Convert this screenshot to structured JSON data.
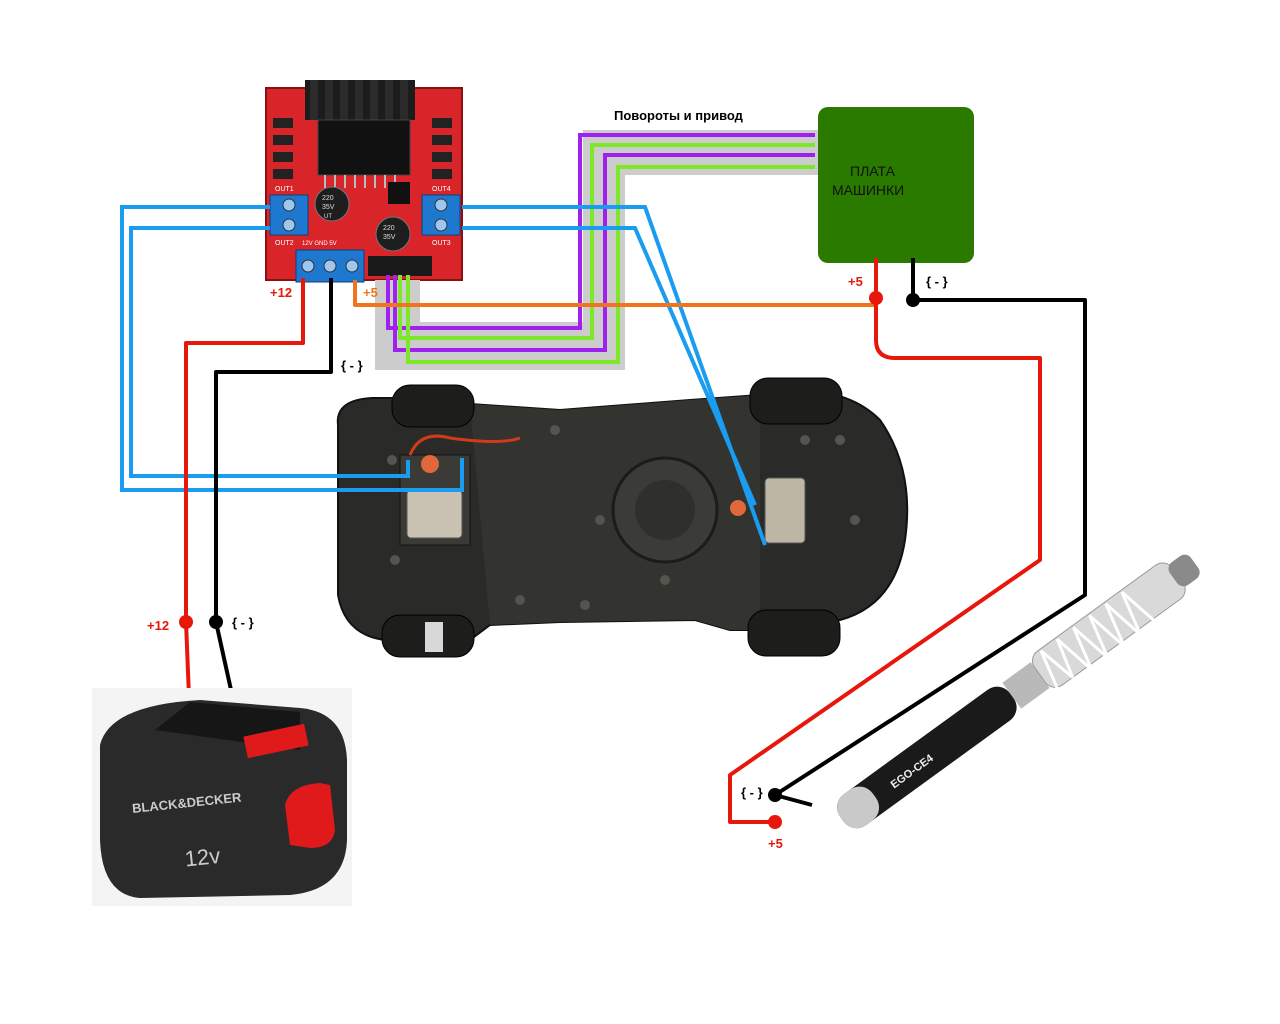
{
  "title": "Повороты и привод",
  "car_board": {
    "line1": "ПЛАТА",
    "line2": "МАШИНКИ"
  },
  "driver_board": {
    "labels": {
      "out1": "OUT1",
      "out2": "OUT2",
      "out3": "OUT3",
      "out4": "OUT4",
      "cap1_val": "220",
      "cap1_v": "35V",
      "cap2_val": "220",
      "cap2_v": "35V",
      "cap_ul": "UT",
      "pins": "12V GND 5V"
    }
  },
  "labels": {
    "plus12_driver": "+12",
    "plus5_driver": "+5",
    "minus_driver": "{ - }",
    "plus5_board": "+5",
    "minus_board": "{ - }",
    "plus12_battery": "+12",
    "minus_battery": "{ - }",
    "minus_ecig": "{ - }",
    "plus5_ecig": "+5"
  },
  "battery": {
    "brand": "BLACK&DECKER",
    "voltage": "12v"
  },
  "ecig": {
    "brand": "EGO-CE4"
  },
  "colors": {
    "red": "#e8170c",
    "black": "#000000",
    "blue": "#1a9df0",
    "green": "#7de82a",
    "purple": "#a020f0",
    "orange": "#f0741d",
    "gray": "#c8c8c8",
    "car_board": "#2b7a00",
    "driver_board": "#d9252a"
  }
}
